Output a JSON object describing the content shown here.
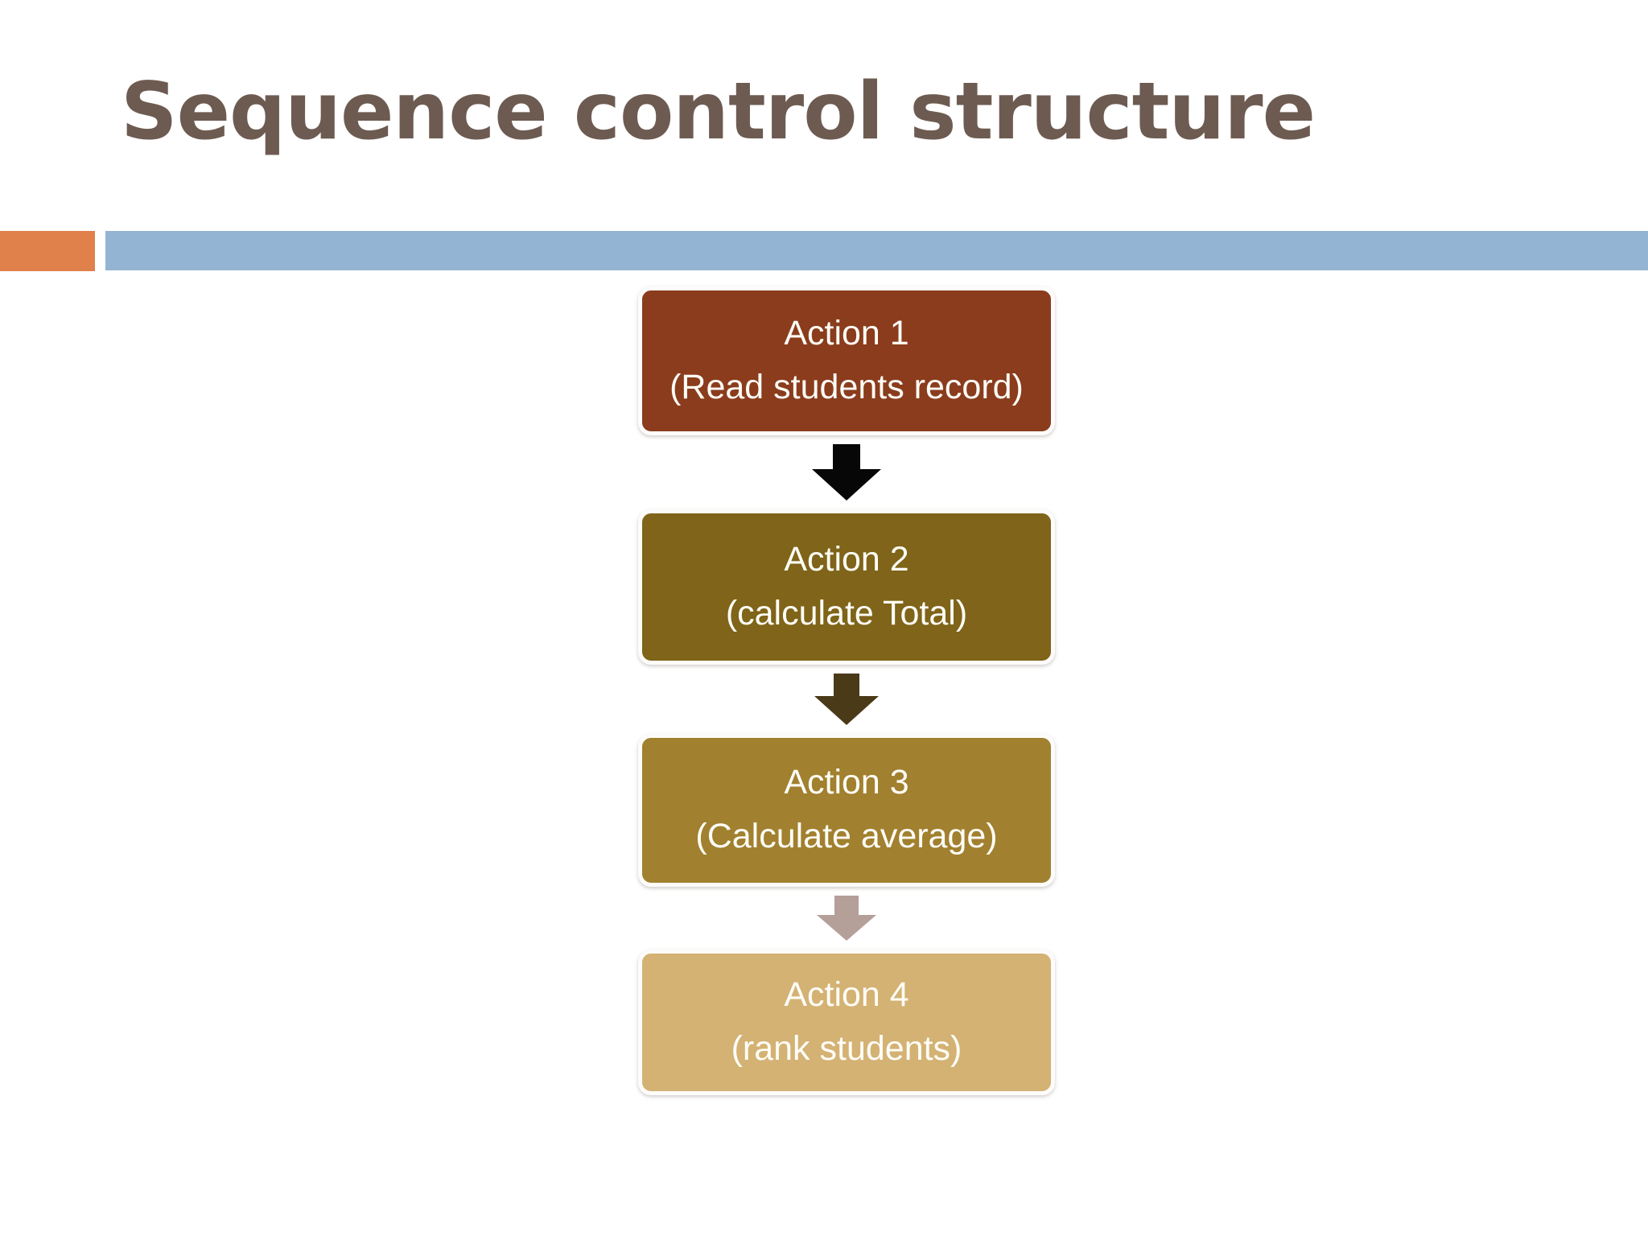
{
  "slide": {
    "title": "Sequence control structure",
    "title_color": "#6d5b51",
    "background_color": "#ffffff"
  },
  "divider": {
    "accent_block_color": "#e0804a",
    "rule_color": "#93b4d2"
  },
  "flowchart": {
    "type": "sequence-flow",
    "orientation": "vertical",
    "nodes": [
      {
        "title": "Action 1",
        "subtitle": "(Read students record)",
        "fill": "#8a3c1d",
        "text_color": "#fffdf7"
      },
      {
        "title": "Action 2",
        "subtitle": "(calculate Total)",
        "fill": "#7f6419",
        "text_color": "#fffdf7"
      },
      {
        "title": "Action 3",
        "subtitle": "(Calculate average)",
        "fill": "#a1802f",
        "text_color": "#fffdf7"
      },
      {
        "title": "Action 4",
        "subtitle": "(rank students)",
        "fill": "#d3b274",
        "text_color": "#fffdf7"
      }
    ],
    "connectors": [
      {
        "from": "Action 1",
        "to": "Action 2",
        "shape": "down-arrow",
        "color": "#070707",
        "width": 86,
        "height": 70
      },
      {
        "from": "Action 2",
        "to": "Action 3",
        "shape": "down-arrow",
        "color": "#4a3a18",
        "width": 80,
        "height": 64
      },
      {
        "from": "Action 3",
        "to": "Action 4",
        "shape": "down-arrow",
        "color": "#b49f99",
        "width": 74,
        "height": 56
      }
    ]
  }
}
